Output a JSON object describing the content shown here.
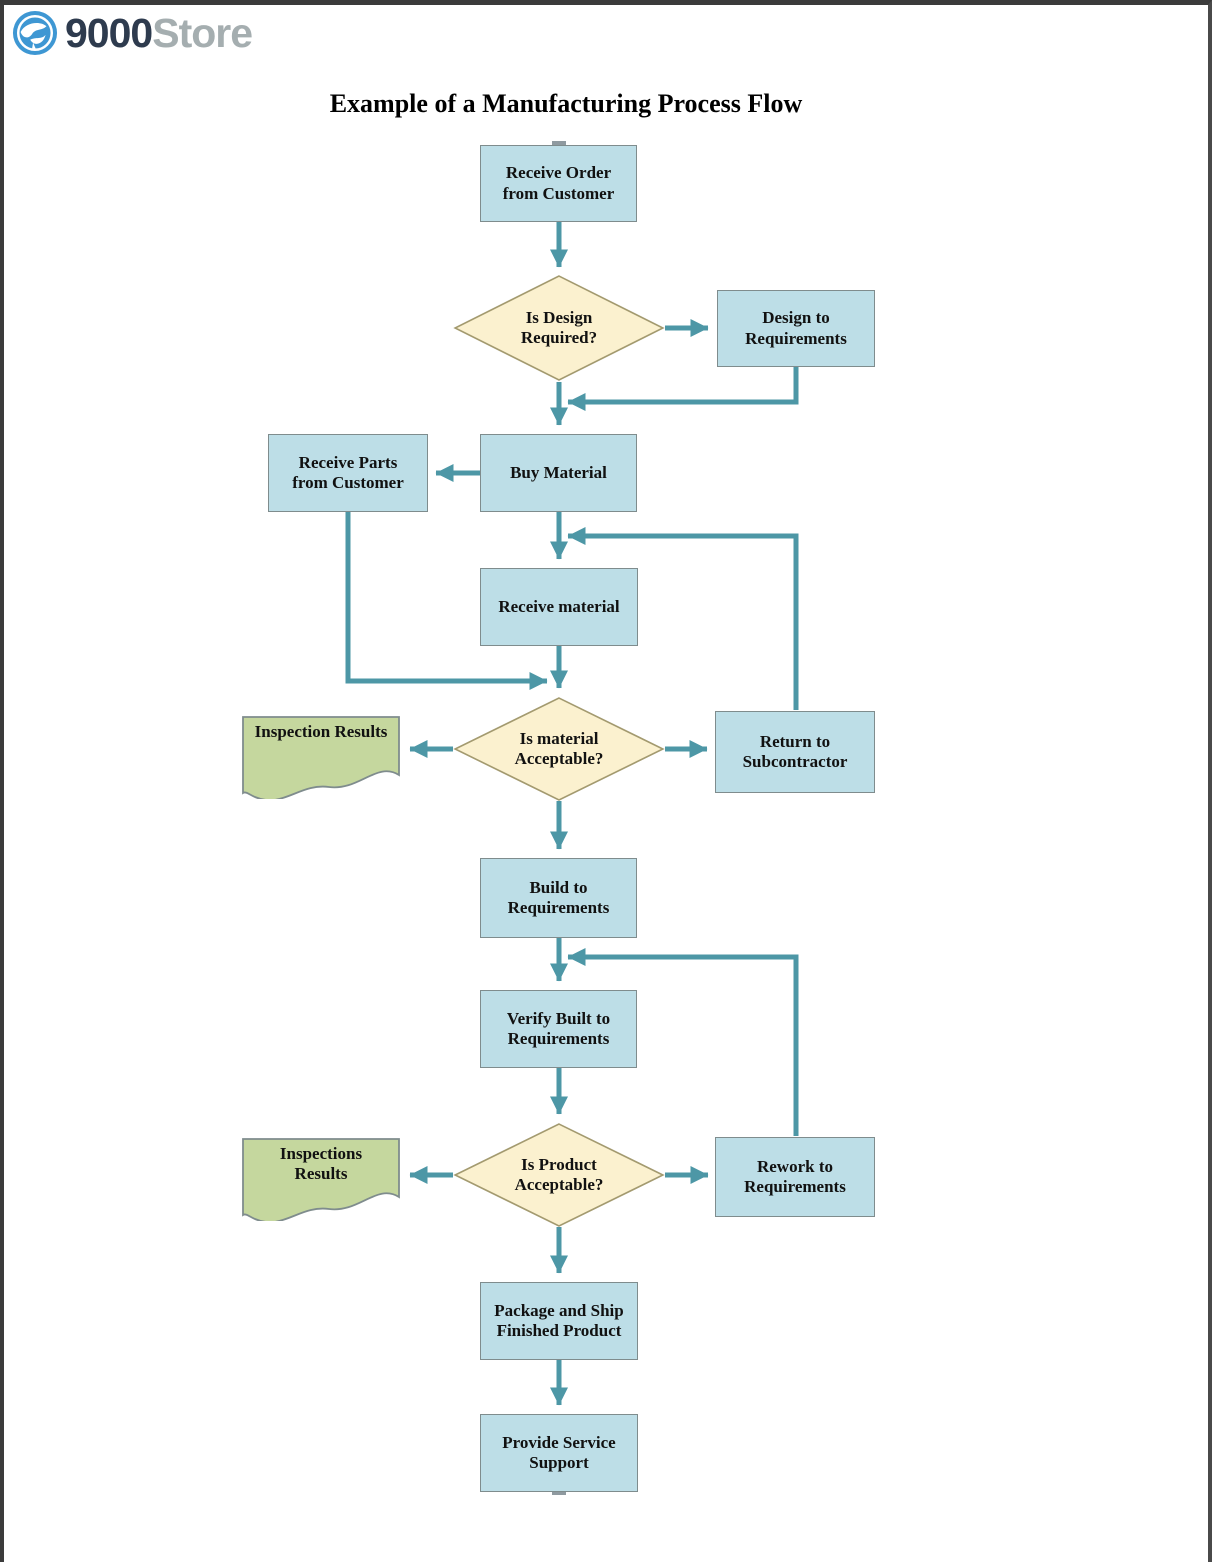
{
  "header": {
    "logo_icon": "globe-icon",
    "logo_text_bold": "9000",
    "logo_text_light": "Store"
  },
  "title": "Example of a Manufacturing Process Flow",
  "colors": {
    "process_fill": "#BDDEE7",
    "process_border": "#7F8C8D",
    "decision_fill": "#FBF1CF",
    "decision_border": "#A39A6F",
    "document_fill": "#C5D79E",
    "document_border": "#7F8C8D",
    "connector": "#4D97A6",
    "logo_dark": "#2E3B4E",
    "logo_gray": "#A5AEB0",
    "logo_blue": "#3E97D3"
  },
  "flowchart": {
    "nodes": {
      "receive_order": {
        "label": "Receive Order from Customer",
        "type": "process"
      },
      "is_design_required": {
        "label": "Is Design Required?",
        "type": "decision"
      },
      "design_to_requirements": {
        "label": "Design to Requirements",
        "type": "process"
      },
      "buy_material": {
        "label": "Buy Material",
        "type": "process"
      },
      "receive_parts": {
        "label": "Receive Parts from Customer",
        "type": "process"
      },
      "receive_material": {
        "label": "Receive material",
        "type": "process"
      },
      "is_material_acceptable": {
        "label": "Is material Acceptable?",
        "type": "decision"
      },
      "inspection_results": {
        "label": "Inspection Results",
        "type": "document"
      },
      "return_to_subcontractor": {
        "label": "Return to Subcontractor",
        "type": "process"
      },
      "build_to_requirements": {
        "label": "Build to Requirements",
        "type": "process"
      },
      "verify_built_to_requirements": {
        "label": "Verify Built to Requirements",
        "type": "process"
      },
      "is_product_acceptable": {
        "label": "Is Product Acceptable?",
        "type": "decision"
      },
      "inspections_results": {
        "label": "Inspections Results",
        "type": "document"
      },
      "rework_to_requirements": {
        "label": "Rework to Requirements",
        "type": "process"
      },
      "package_and_ship": {
        "label": "Package and Ship Finished Product",
        "type": "process"
      },
      "provide_service_support": {
        "label": "Provide Service Support",
        "type": "process"
      }
    },
    "connections": [
      {
        "from": "receive_order",
        "to": "is_design_required"
      },
      {
        "from": "is_design_required",
        "to": "design_to_requirements"
      },
      {
        "from": "design_to_requirements",
        "to": "buy_material"
      },
      {
        "from": "is_design_required",
        "to": "buy_material"
      },
      {
        "from": "buy_material",
        "to": "receive_parts"
      },
      {
        "from": "buy_material",
        "to": "receive_material"
      },
      {
        "from": "return_to_subcontractor",
        "to": "receive_material"
      },
      {
        "from": "receive_parts",
        "to": "is_material_acceptable"
      },
      {
        "from": "receive_material",
        "to": "is_material_acceptable"
      },
      {
        "from": "is_material_acceptable",
        "to": "inspection_results"
      },
      {
        "from": "is_material_acceptable",
        "to": "return_to_subcontractor"
      },
      {
        "from": "is_material_acceptable",
        "to": "build_to_requirements"
      },
      {
        "from": "build_to_requirements",
        "to": "verify_built_to_requirements"
      },
      {
        "from": "rework_to_requirements",
        "to": "verify_built_to_requirements"
      },
      {
        "from": "verify_built_to_requirements",
        "to": "is_product_acceptable"
      },
      {
        "from": "is_product_acceptable",
        "to": "inspections_results"
      },
      {
        "from": "is_product_acceptable",
        "to": "rework_to_requirements"
      },
      {
        "from": "is_product_acceptable",
        "to": "package_and_ship"
      },
      {
        "from": "package_and_ship",
        "to": "provide_service_support"
      }
    ]
  }
}
